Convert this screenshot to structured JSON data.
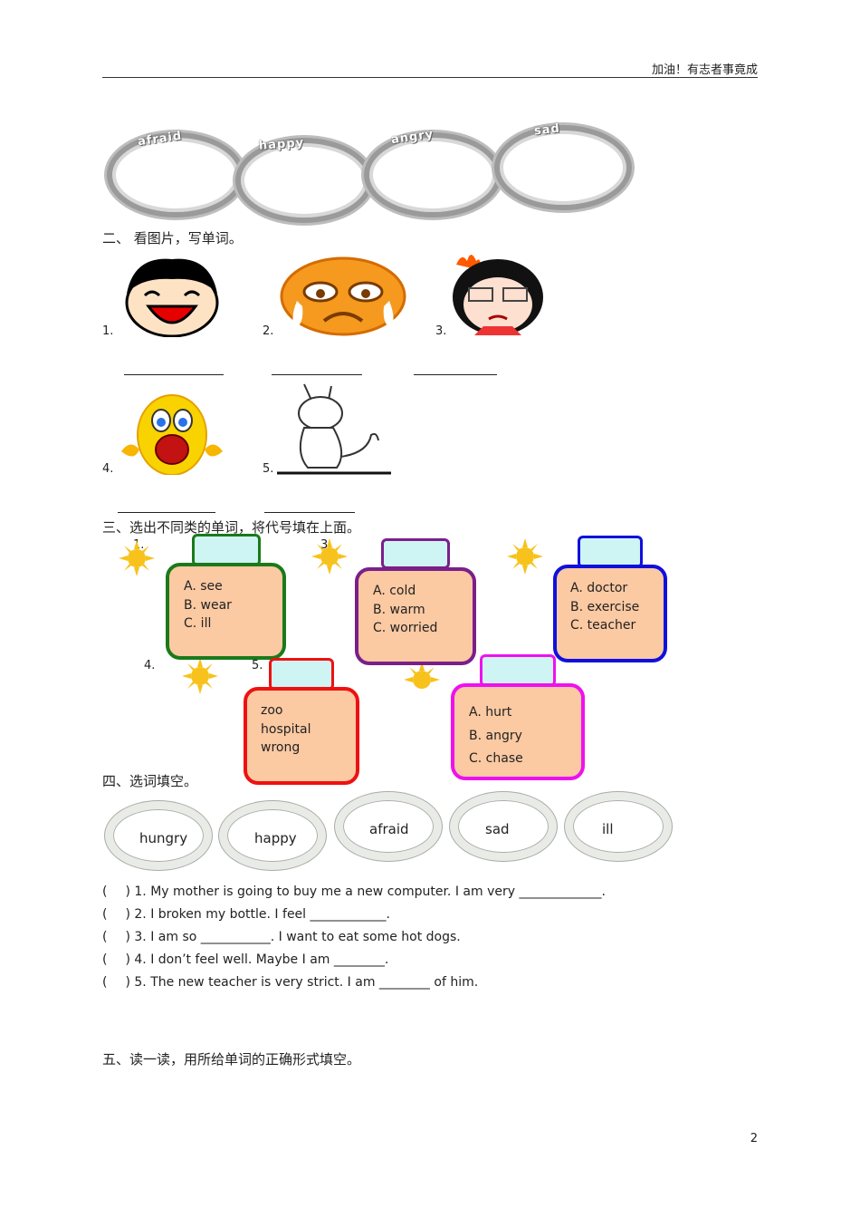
{
  "header": {
    "motto": "加油！有志者事竟成"
  },
  "rings": [
    "afraid",
    "happy",
    "angry",
    "sad"
  ],
  "section2": {
    "title": "二、 看图片，写单词。",
    "nums": [
      "1.",
      "2.",
      "3.",
      "4.",
      "5."
    ]
  },
  "section3": {
    "title": "三、选出不同类的单词，将代号填在上面。",
    "nums": [
      "1.",
      "3.",
      "4.",
      "5."
    ],
    "groups": [
      {
        "color": "#1a7a1a",
        "options": [
          "A. see",
          "B. wear",
          "C. ill"
        ]
      },
      {
        "color": "#7a1f8a",
        "options": [
          "A. cold",
          "B. warm",
          "C. worried"
        ]
      },
      {
        "color": "#1010dd",
        "options": [
          "A. doctor",
          "B. exercise",
          "C. teacher"
        ]
      },
      {
        "color": "#ee1111",
        "options": [
          "zoo",
          "hospital",
          "wrong"
        ]
      },
      {
        "color": "#ee11ee",
        "options": [
          "A. hurt",
          "B. angry",
          "C. chase"
        ]
      }
    ]
  },
  "section4": {
    "title": "四、选词填空。",
    "words": [
      "hungry",
      "happy",
      "afraid",
      "sad",
      "ill"
    ],
    "paren": "(",
    "paren_close": ")",
    "questions": [
      "1. My mother is going to buy me a new computer. I am very _____________.",
      "2. I broken my bottle. I feel ____________.",
      "3. I am so ___________. I want to eat some hot dogs.",
      "4. I don’t feel well. Maybe I am ________.",
      "5. The new teacher is very strict. I am ________ of him."
    ]
  },
  "section5": {
    "title": "五、读一读，用所给单词的正确形式填空。"
  },
  "footer": {
    "page": "2"
  }
}
